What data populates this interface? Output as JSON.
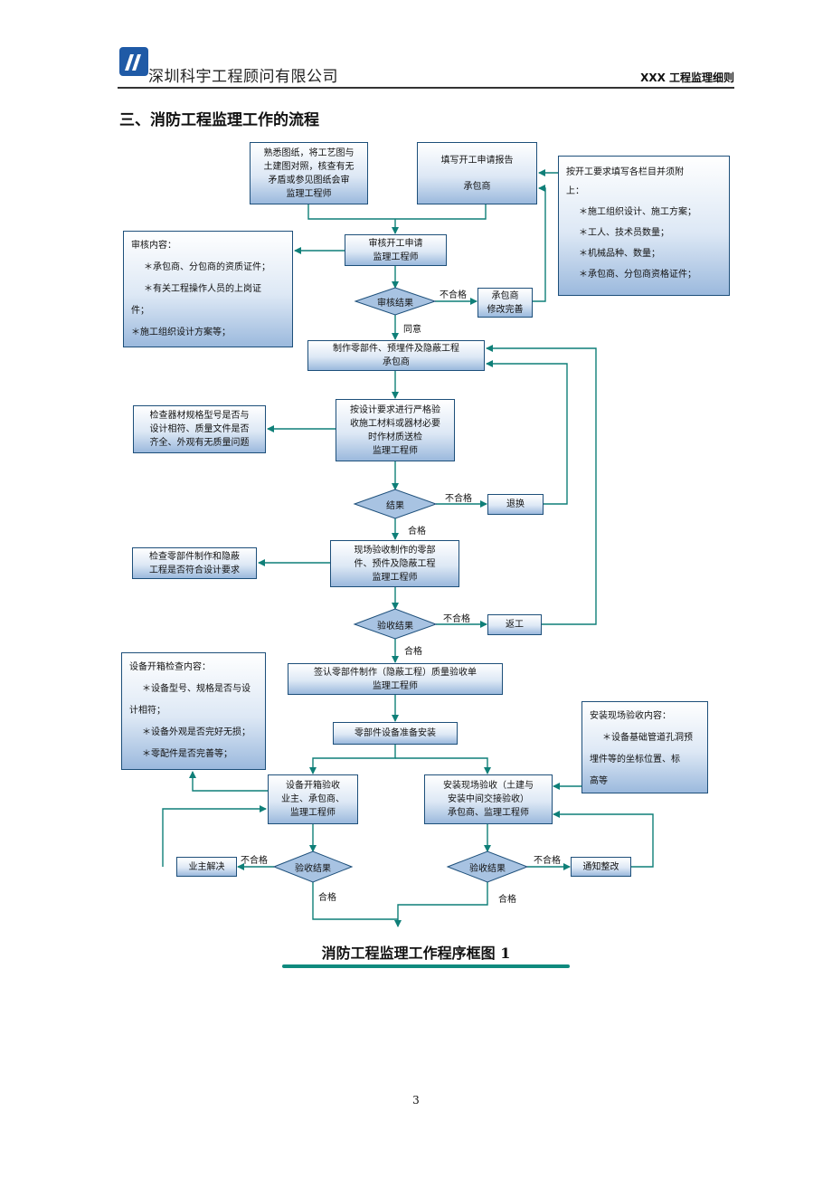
{
  "header": {
    "company": "深圳科宇工程顾问有限公司",
    "doc_title": "XXX 工程监理细则",
    "logo_color": "#1f5aa6"
  },
  "section_title": "三、消防工程监理工作的流程",
  "boxes": {
    "drawings": [
      "熟悉图纸，将工艺图与",
      "土建图对照，核查有无",
      "矛盾或参见图纸会审",
      "监理工程师"
    ],
    "apply": [
      "填写开工申请报告",
      "承包商"
    ],
    "apply_note": [
      "按开工要求填写各栏目并须附",
      "上：",
      "＊施工组织设计、施工方案；",
      "＊工人、技术员数量；",
      "＊机械品种、数量；",
      "＊承包商、分包商资格证件；"
    ],
    "review": [
      "审核开工申请",
      "监理工程师"
    ],
    "review_note": [
      "审核内容：",
      "＊承包商、分包商的资质证件；",
      "＊有关工程操作人员的上岗证",
      "件；",
      "＊施工组织设计方案等；"
    ],
    "revise": [
      "承包商",
      "修改完善"
    ],
    "make_parts": [
      "制作零部件、预埋件及隐蔽工程",
      "承包商"
    ],
    "check_material": [
      "按设计要求进行严格验",
      "收施工材料或器材必要",
      "时作材质送检",
      "监理工程师"
    ],
    "material_note": [
      "检查器材规格型号是否与",
      "设计相符、质量文件是否",
      "齐全、外观有无质量问题"
    ],
    "return_goods": [
      "退换"
    ],
    "site_accept": [
      "现场验收制作的零部",
      "件、预件及隐蔽工程",
      "监理工程师"
    ],
    "site_note": [
      "检查零部件制作和隐蔽",
      "工程是否符合设计要求"
    ],
    "rework": [
      "返工"
    ],
    "sign": [
      "签认零部件制作（隐蔽工程）质量验收单",
      "监理工程师"
    ],
    "prepare": [
      "零部件设备准备安装"
    ],
    "unpack_note": [
      "设备开箱检查内容：",
      "＊设备型号、规格是否与设",
      "计相符；",
      "＊设备外观是否完好无损；",
      "＊零配件是否完善等；"
    ],
    "install_note": [
      "安装现场验收内容：",
      "＊设备基础管道孔洞预",
      "埋件等的坐标位置、标",
      "高等"
    ],
    "unpack": [
      "设备开箱验收",
      "业主、承包商、",
      "监理工程师"
    ],
    "install_accept": [
      "安装现场验收（土建与",
      "安装中间交接验收）",
      "承包商、监理工程师"
    ],
    "owner_solve": [
      "业主解决"
    ],
    "notify_fix": [
      "通知整改"
    ]
  },
  "decisions": {
    "review_result": "审核结果",
    "result": "结果",
    "accept_result_1": "验收结果",
    "accept_result_2": "验收结果",
    "accept_result_3": "验收结果"
  },
  "labels": {
    "fail": "不合格",
    "agree": "同意",
    "pass": "合格"
  },
  "caption": "消防工程监理工作程序框图 1",
  "page_number": "3",
  "colors": {
    "line": "#0f7f78",
    "box_border": "#1d4f7a",
    "box_fill": "#9bb9dd"
  }
}
